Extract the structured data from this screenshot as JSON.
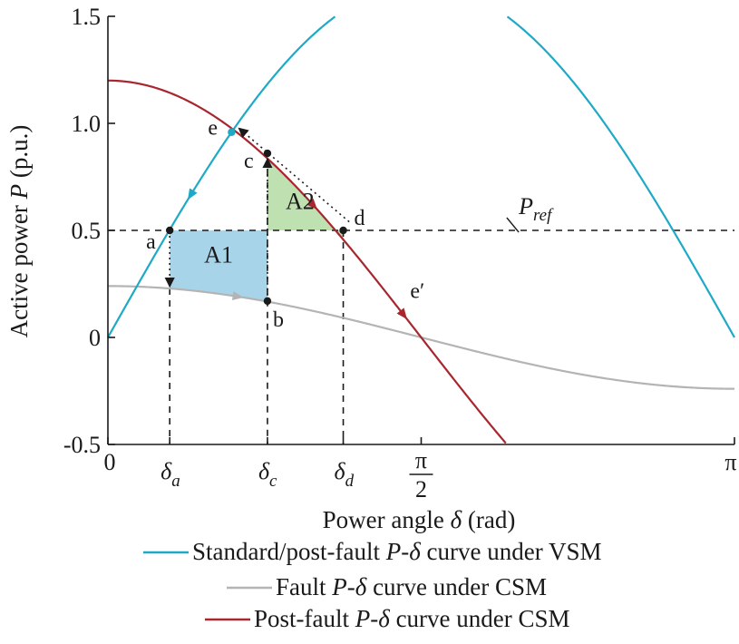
{
  "chart_data": {
    "type": "line",
    "xlabel": {
      "prefix": "Power angle ",
      "symbol": "δ",
      "suffix": " (rad)"
    },
    "ylabel": {
      "prefix": "Active power ",
      "symbol": "P",
      "suffix": " (p.u.)"
    },
    "xlim": [
      0,
      3.14159
    ],
    "ylim": [
      -0.5,
      1.5
    ],
    "y_ticks": [
      {
        "v": -0.5,
        "label": "-0.5"
      },
      {
        "v": 0,
        "label": "0"
      },
      {
        "v": 0.5,
        "label": "0.5"
      },
      {
        "v": 1.0,
        "label": "1.0"
      },
      {
        "v": 1.5,
        "label": "1.5"
      }
    ],
    "x_ticks": [
      {
        "v": 0,
        "label": "0"
      },
      {
        "v": 1.5708,
        "label_num": "π",
        "label_den": "2"
      },
      {
        "v": 3.14159,
        "label": "π"
      }
    ],
    "delta_ticks": [
      {
        "v": 0.31,
        "sub": "a"
      },
      {
        "v": 0.8,
        "sub": "c"
      },
      {
        "v": 1.18,
        "sub": "d"
      }
    ],
    "series": [
      {
        "name": "Standard/post-fault P-δ curve under VSM",
        "color": "#1eaac7",
        "func": "vsm",
        "amplitude": 1.65
      },
      {
        "name": "Fault P-δ curve under CSM",
        "color": "#b4b4b4",
        "func": "fault",
        "mean": 0.0,
        "amplitude": 0.24
      },
      {
        "name": "Post-fault P-δ curve under CSM",
        "color": "#a8262e",
        "func": "post",
        "amplitude": 1.2
      }
    ],
    "reference": {
      "y": 0.5,
      "label": "P",
      "label_sub": "ref"
    },
    "regions": [
      {
        "label": "A1",
        "color": "#a8d4ea",
        "x0": 0.31,
        "x1": 0.8,
        "y0_curve": "fault",
        "y1": 0.5
      },
      {
        "label": "A2",
        "color": "#bfe0b0",
        "x0": 0.8,
        "x1": 1.18,
        "y0": 0.5,
        "y1_curve": "post"
      }
    ],
    "points": [
      {
        "label": "a",
        "x": 0.31,
        "y": 0.5
      },
      {
        "label": "b",
        "x": 0.8,
        "y": 0.17
      },
      {
        "label": "c",
        "x": 0.8,
        "y": 0.86
      },
      {
        "label": "d",
        "x": 1.18,
        "y": 0.5
      },
      {
        "label": "e",
        "x": 0.62,
        "y": 0.99
      },
      {
        "label": "e′",
        "x": 1.47,
        "y": 0.15
      }
    ],
    "legend": {
      "position": "bottom",
      "entries": [
        {
          "prefix": "Standard/post-fault ",
          "sym1": "P",
          "mid": "-",
          "sym2": "δ",
          "suffix": " curve under VSM",
          "color": "#1eaac7"
        },
        {
          "prefix": "Fault ",
          "sym1": "P",
          "mid": "-",
          "sym2": "δ",
          "suffix": " curve under CSM",
          "color": "#b4b4b4"
        },
        {
          "prefix": "Post-fault ",
          "sym1": "P",
          "mid": "-",
          "sym2": "δ",
          "suffix": " curve under CSM",
          "color": "#a8262e"
        }
      ]
    },
    "grid": false
  }
}
